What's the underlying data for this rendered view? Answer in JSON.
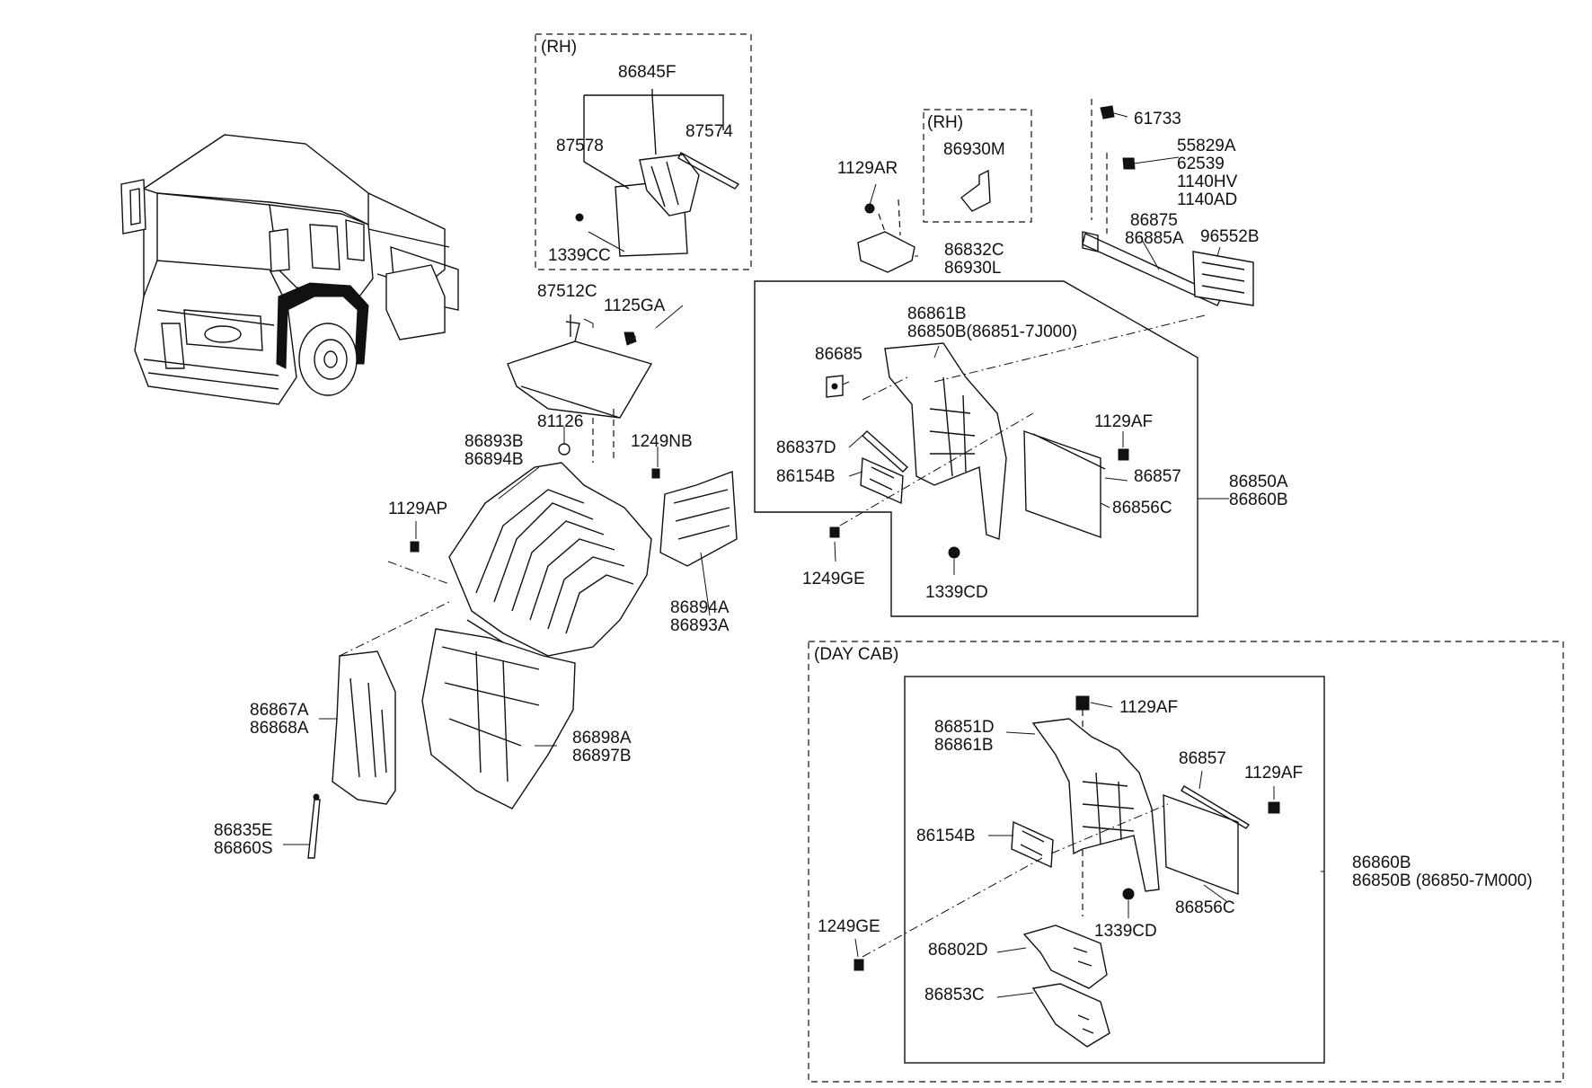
{
  "groups": {
    "rh_top": "(RH)",
    "rh_bracket": "(RH)",
    "day_cab": "(DAY CAB)"
  },
  "parts": {
    "p86845F": "86845F",
    "p87578": "87578",
    "p87574": "87574",
    "p1339CC": "1339CC",
    "p87512C": "87512C",
    "p1125GA": "1125GA",
    "p81126": "81126",
    "p1249NB": "1249NB",
    "p86893B": "86893B",
    "p86894B": "86894B",
    "p1129AP": "1129AP",
    "p86894A": "86894A",
    "p86893A": "86893A",
    "p86867A": "86867A",
    "p86868A": "86868A",
    "p86898A": "86898A",
    "p86897B": "86897B",
    "p86835E": "86835E",
    "p86860S": "86860S",
    "p1129AR": "1129AR",
    "p86930M": "86930M",
    "p86832C": "86832C",
    "p86930L": "86930L",
    "p61733": "61733",
    "p55829A": "55829A",
    "p62539": "62539",
    "p1140HV": "1140HV",
    "p1140AD": "1140AD",
    "p86875": "86875",
    "p86885A": "86885A",
    "p96552B": "96552B",
    "p86861B_a": "86861B",
    "p86850B_a": "86850B(86851-7J000)",
    "p86685": "86685",
    "p1129AF_a": "1129AF",
    "p86837D": "86837D",
    "p86154B_a": "86154B",
    "p86857_a": "86857",
    "p86856C_a": "86856C",
    "p86850A": "86850A",
    "p86860B_a": "86860B",
    "p1249GE_a": "1249GE",
    "p1339CD_a": "1339CD",
    "p1129AF_b": "1129AF",
    "p86851D": "86851D",
    "p86861B_b": "86861B",
    "p86857_b": "86857",
    "p1129AF_c": "1129AF",
    "p86154B_b": "86154B",
    "p86860B_b": "86860B",
    "p86850B_b": "86850B (86850-7M000)",
    "p1249GE_b": "1249GE",
    "p1339CD_b": "1339CD",
    "p86856C_b": "86856C",
    "p86802D": "86802D",
    "p86853C": "86853C"
  }
}
